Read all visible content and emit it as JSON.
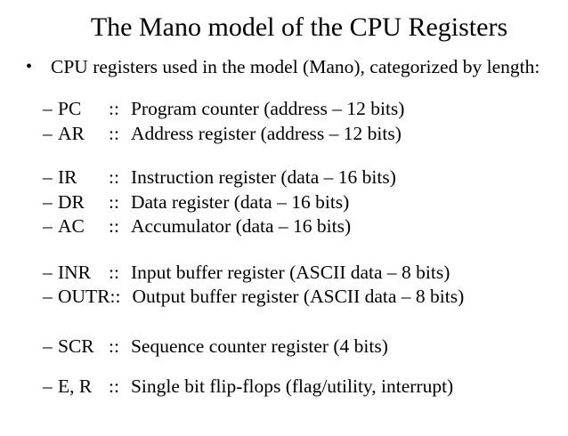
{
  "slide": {
    "title": "The Mano model of the CPU Registers",
    "bullet": {
      "marker": "•",
      "text": "CPU registers used in the model (Mano), categorized by length:"
    },
    "dash": "–",
    "separator": "::",
    "groups": [
      {
        "items": [
          {
            "label": "PC",
            "desc": "Program counter (address – 12 bits)"
          },
          {
            "label": "AR",
            "desc": "Address register (address – 12 bits)"
          }
        ]
      },
      {
        "items": [
          {
            "label": "IR",
            "desc": "Instruction register (data – 16 bits)"
          },
          {
            "label": "DR",
            "desc": "Data register (data – 16 bits)"
          },
          {
            "label": "AC",
            "desc": "Accumulator (data – 16 bits)"
          }
        ]
      },
      {
        "items": [
          {
            "label": "INR",
            "desc": "Input buffer register (ASCII data – 8 bits)"
          },
          {
            "label": "OUTR",
            "desc": "Output buffer register (ASCII data – 8 bits)"
          }
        ]
      },
      {
        "items": [
          {
            "label": "SCR",
            "desc": "Sequence counter register (4 bits)"
          }
        ]
      },
      {
        "items": [
          {
            "label": "E, R",
            "desc": "Single bit flip-flops (flag/utility, interrupt)"
          }
        ]
      }
    ],
    "colors": {
      "background": "#ffffff",
      "text": "#000000"
    }
  }
}
